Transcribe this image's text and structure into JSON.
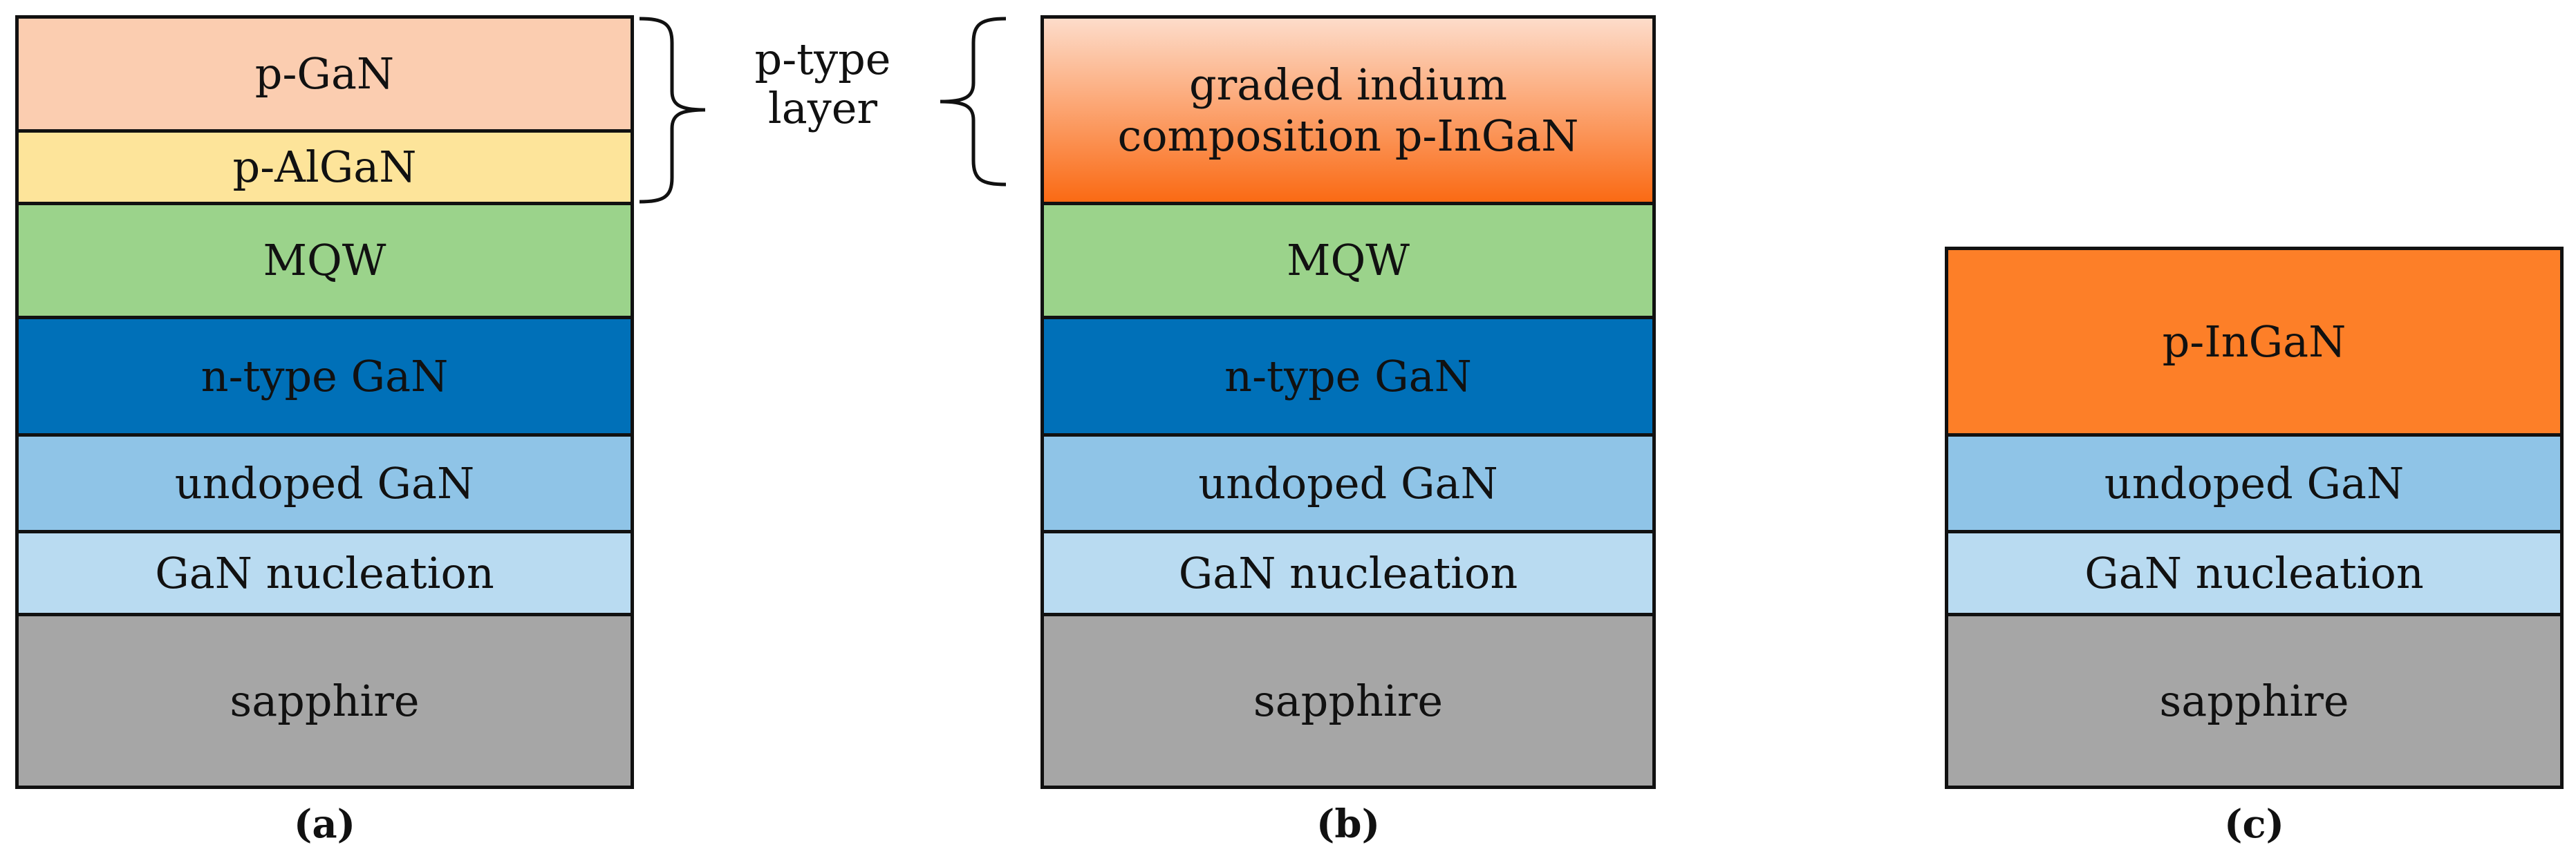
{
  "colors": {
    "p_gan": "#fbcdb0",
    "p_algan": "#fde49a",
    "mqw": "#9bd38b",
    "n_gan": "#0070b8",
    "undoped_gan": "#8fc4e7",
    "gan_nucleation": "#b9dbf1",
    "sapphire": "#a6a6a6",
    "p_ingan": "#fd7f28",
    "graded_top": "#fddcca",
    "graded_bottom": "#fa6a14",
    "outline": "#111111"
  },
  "structure_a": {
    "caption": "(a)",
    "layers": [
      "p-GaN",
      "p-AlGaN",
      "MQW",
      "n-type GaN",
      "undoped GaN",
      "GaN nucleation",
      "sapphire"
    ]
  },
  "brace_label": "p-type\nlayer",
  "structure_b": {
    "caption": "(b)",
    "layers": [
      "graded indium\ncomposition p-InGaN",
      "MQW",
      "n-type GaN",
      "undoped GaN",
      "GaN nucleation",
      "sapphire"
    ]
  },
  "structure_c": {
    "caption": "(c)",
    "layers": [
      "p-InGaN",
      "undoped GaN",
      "GaN nucleation",
      "sapphire"
    ]
  }
}
